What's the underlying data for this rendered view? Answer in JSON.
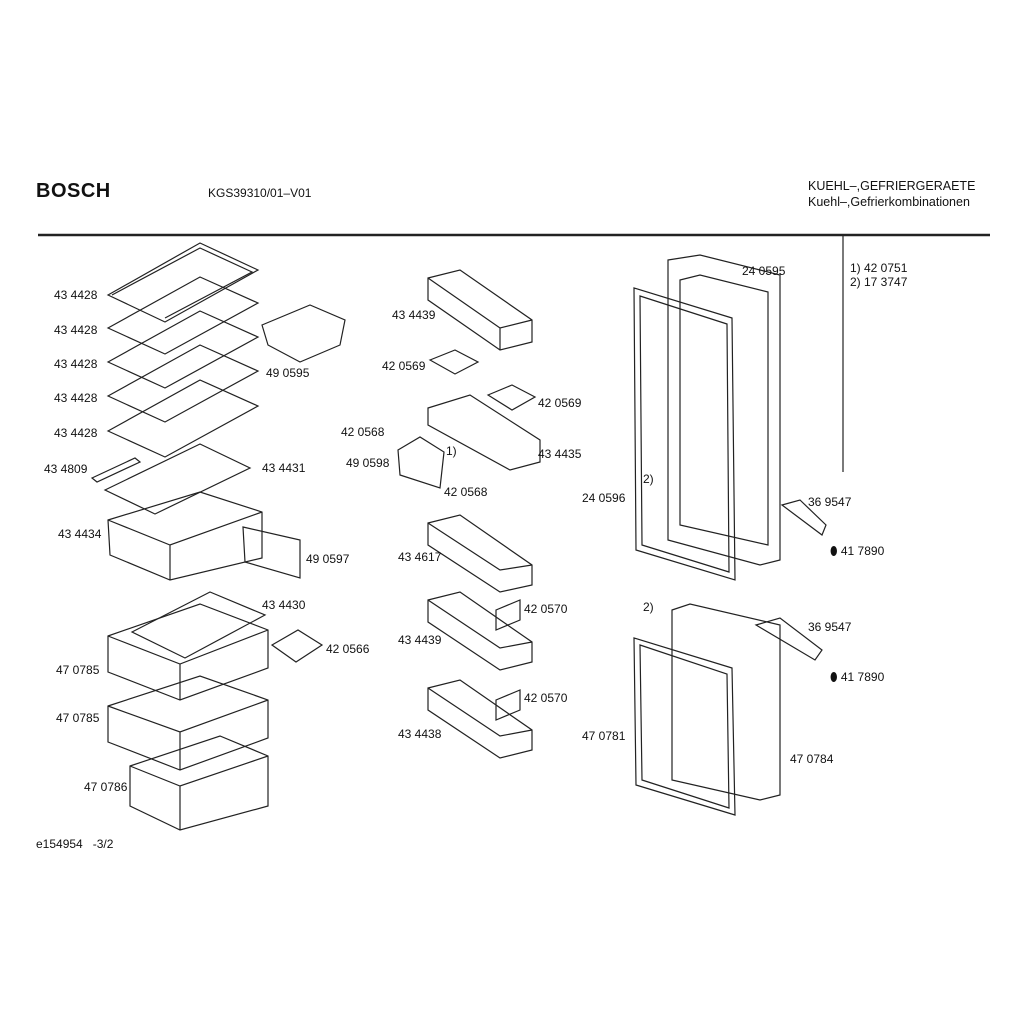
{
  "header": {
    "brand": "BOSCH",
    "model": "KGS39310/01–V01",
    "category_line1": "KUEHL–,GEFRIERGERAETE",
    "category_line2": "Kuehl–,Gefrierkombinationen"
  },
  "notes": [
    "1)  42 0751",
    "2)  17 3747"
  ],
  "footer": "e154954   -3/2",
  "parts": {
    "left": [
      "43 4428",
      "43 4428",
      "43 4428",
      "43 4428",
      "43 4428",
      "43 4809",
      "43 4431",
      "43 4434",
      "49 0595",
      "49 0597",
      "43 4430",
      "42 0566",
      "47 0785",
      "47 0785",
      "47 0786"
    ],
    "middle": [
      "43 4439",
      "42 0569",
      "42 0569",
      "42 0568",
      "49 0598",
      "1)",
      "42 0568",
      "43 4435",
      "43 4617",
      "42 0570",
      "43 4439",
      "42 0570",
      "43 4438"
    ],
    "right": [
      "24 0595",
      "24 0596",
      "2)",
      "36 9547",
      "41 7890",
      "2)",
      "36 9547",
      "41 7890",
      "47 0781",
      "47 0784"
    ]
  }
}
